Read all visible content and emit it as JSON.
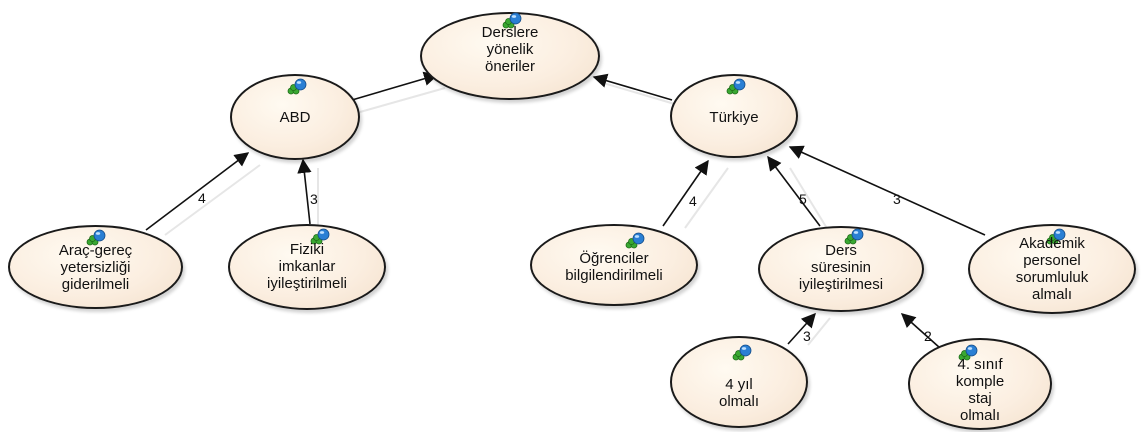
{
  "nodes": {
    "root": {
      "label": "Derslere\nyönelik\nöneriler"
    },
    "abd": {
      "label": "ABD"
    },
    "turkiye": {
      "label": "Türkiye"
    },
    "arac": {
      "label": "Araç-gereç\nyetersizliği\ngiderilmeli"
    },
    "fiziki": {
      "label": "Fiziki\nimkanlar\niyileştirilmeli"
    },
    "ogrenciler": {
      "label": "Öğrenciler\nbilgilendirilmeli"
    },
    "ders": {
      "label": "Ders\nsüresinin\niyileştirilmesi"
    },
    "akademik": {
      "label": "Akademik\npersonel\nsorumluluk\nalmalı"
    },
    "dortyil": {
      "label": "4 yıl\nolmalı"
    },
    "sinif": {
      "label": "4. sınıf\nkomple\nstaj\nolmalı"
    }
  },
  "edges": {
    "arac_abd": "4",
    "fiziki_abd": "3",
    "ogrenciler_turkiye": "4",
    "ders_turkiye": "5",
    "akademik_turkiye": "3",
    "dortyil_ders": "3",
    "sinif_ders": "2"
  },
  "colors": {
    "node_fill": "#fbeee0",
    "border": "#1a1a1a",
    "icon_blue": "#2a7fd4",
    "icon_green": "#3aa832"
  }
}
